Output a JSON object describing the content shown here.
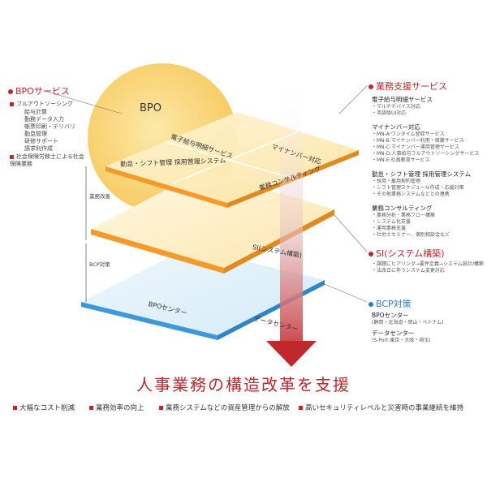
{
  "bpo_circle_label": "BPO",
  "bpo_service": {
    "heading": "BPOサービス",
    "items": [
      {
        "label": "フルアウトソーシング",
        "subs": [
          "給与計算",
          "勤務データ入力",
          "帳票印刷・デリバリ",
          "勤怠管理",
          "研修サポート",
          "請求利作成"
        ]
      },
      {
        "label": "社会保険労務士による社会保険業務",
        "subs": []
      }
    ]
  },
  "layers": {
    "top": [
      "電子給与明細サービス",
      "マイナンバー対応",
      "勤怠・シフト管理 採用管理システム",
      "業務コンサルティング"
    ],
    "middle": "SI(システム構築)",
    "bottom": [
      "BPOセンター",
      "データセンター"
    ]
  },
  "axis_labels": {
    "improve": "業務改善",
    "bcp": "BCP対策"
  },
  "gyomu_shien": {
    "heading": "業務支援サービス",
    "groups": [
      {
        "title": "電子給与明細サービス",
        "items": [
          "・マルチデバイス対応",
          "・英語版UI対応"
        ]
      },
      {
        "title": "マイナンバー対応",
        "items": [
          "・MN-A:ワンタイム登録サービス",
          "・MN-B:マイナンバー利用・保護サービス",
          "・MN-C:マイナンバー運用管理サービス",
          "・MN-D:人事給与フルアウトソーシングサービス",
          "・MN-E:社員教育サービス"
        ]
      },
      {
        "title": "勤怠・シフト管理 採用管理システム",
        "items": [
          "・採用・雇用契約管理",
          "・シフト管理スケジュール作成・応援対策",
          "・その他業務システムなどとの連携"
        ]
      },
      {
        "title": "業務コンサルティング",
        "items": [
          "・業務分析・業務フロー構築",
          "・システム化支援",
          "・運用業務支援",
          "・社労士セミナー、個別相談会など"
        ]
      }
    ]
  },
  "si_service": {
    "heading": "SI(システム構築)",
    "items": [
      "・課題にヒアリング→要件定義→システム設計/構築",
      "・法改正に伴うシステム変更対応"
    ]
  },
  "bcp_service": {
    "heading": "BCP対策",
    "groups": [
      {
        "title": "BPOセンター",
        "detail": "(静岡・北海道・岡山・ベトナム)"
      },
      {
        "title": "データセンター",
        "detail": "(S-Port:東京・大阪・埼玉)"
      }
    ]
  },
  "main_title": "人事業務の構造改革を支援",
  "footer": [
    "大幅なコスト削減",
    "業務効率の向上",
    "業務システムなどの資産管理からの解放",
    "高いセキュリティレベルと災害時の事業継続を維持"
  ],
  "colors": {
    "accent": "#c0282c",
    "blue": "#2a7fc0",
    "orange": "#f0a030"
  }
}
